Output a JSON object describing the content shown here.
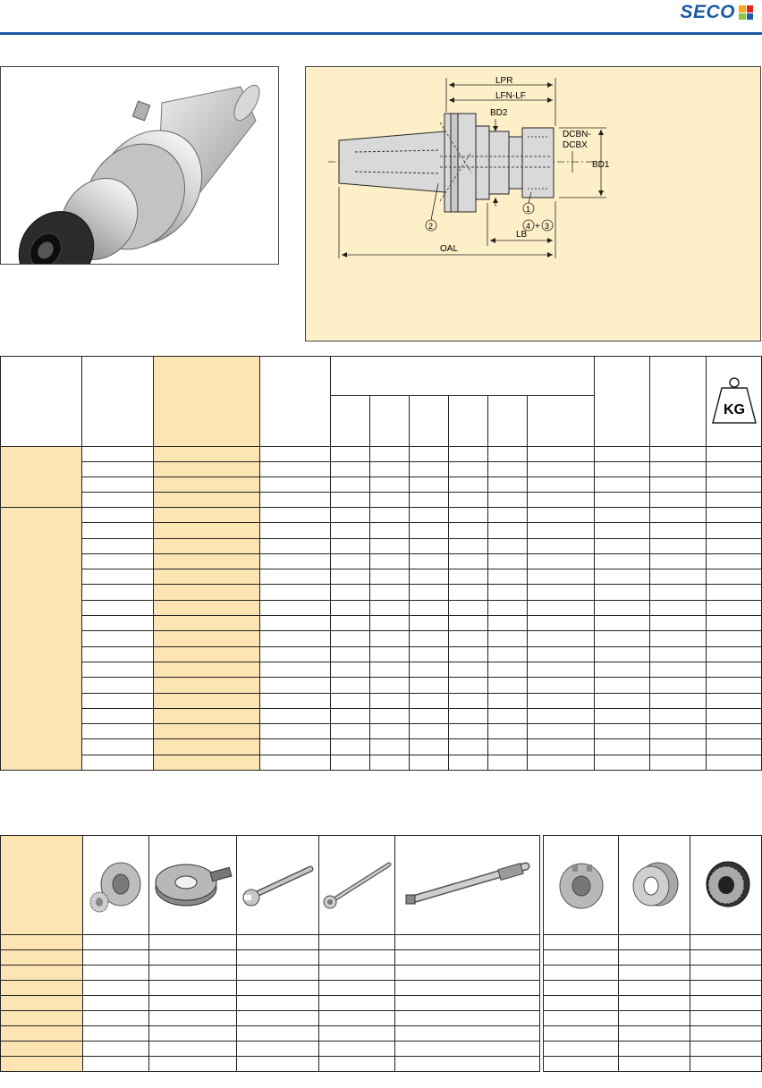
{
  "brand": {
    "name": "SECO",
    "colors": {
      "primary": "#1a5aa6",
      "sq1": "#f5a81c",
      "sq2": "#e2261d",
      "sq3": "#8dc63f",
      "sq4": "#1a5aa6"
    }
  },
  "diagram": {
    "labels": {
      "lpr": "LPR",
      "lfn": "LFN-LF",
      "bd2": "BD2",
      "dcbn": "DCBN-",
      "dcbx": "DCBX",
      "bd1": "BD1",
      "lb": "LB",
      "oal": "OAL",
      "callout1": "1",
      "callout2": "2",
      "callout3": "3",
      "callout4": "4",
      "plus": "+"
    }
  },
  "specs_table": {
    "weight_icon_label": "KG",
    "colors": {
      "header_fill": "#fde5b3",
      "background": "#ffffff"
    },
    "group_row_counts": [
      4,
      17
    ]
  },
  "accessories_table": {
    "icons": [
      "collet-nut-icon",
      "clamping-fixture-icon",
      "wrench-icon",
      "torque-wrench-icon",
      "torque-key-icon"
    ],
    "row_count": 9
  },
  "collets_table": {
    "icons": [
      "collet-nut-icon",
      "collet-icon",
      "sealed-collet-icon"
    ],
    "row_count": 9
  }
}
